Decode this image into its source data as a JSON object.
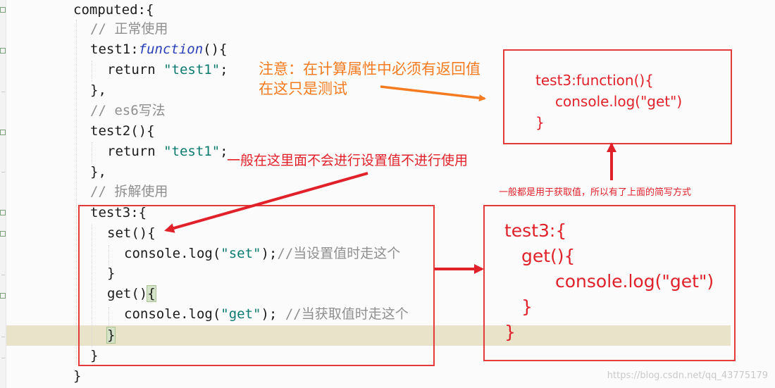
{
  "code": {
    "l1": {
      "a": "computed:{"
    },
    "l2": {
      "cmt": "// 正常使用"
    },
    "l3": {
      "a": "test1:",
      "fn": "function",
      "b": "(){"
    },
    "l4": {
      "kw": "return ",
      "str": "\"test1\"",
      "b": ";"
    },
    "l5": {
      "a": "},"
    },
    "l6": {
      "cmt": "// es6写法"
    },
    "l7": {
      "a": "test2(){"
    },
    "l8": {
      "kw": "return ",
      "str": "\"test1\"",
      "b": ";"
    },
    "l9": {
      "a": "},"
    },
    "l10": {
      "cmt": "// 拆解使用"
    },
    "l11": {
      "a": "test3:{"
    },
    "l12": {
      "a": "set()",
      "brace": "{"
    },
    "l13": {
      "a": "console.log(",
      "str": "\"set\"",
      "b": ");",
      "cmt": "//当设置值时走这个"
    },
    "l14": {
      "a": "}"
    },
    "l15": {
      "a": "get()",
      "brace": "{"
    },
    "l16": {
      "a": "console.log(",
      "str": "\"get\"",
      "b": "); ",
      "cmt": "//当获取值时走这个"
    },
    "l17": {
      "brace": "}"
    },
    "l18": {
      "a": "}"
    },
    "l19": {
      "a": "}"
    }
  },
  "annotations": {
    "orange_note_1": "注意：在计算属性中必须有返回值",
    "orange_note_2": "在这只是测试",
    "red_note_set": "一般在这里面不会进行设置值不进行使用",
    "red_note_get": "一般都是用于获取值，所以有了上面的简写方式"
  },
  "top_box": {
    "l1": "test3:function(){",
    "l2": "console.log(\"get\")",
    "l3": "}"
  },
  "bottom_box": {
    "l1": "test3:{",
    "l2": "get(){",
    "l3": "console.log(\"get\")",
    "l4": "}",
    "l5": "}"
  },
  "watermark": "https://blog.csdn.net/qq_43775179",
  "colors": {
    "annotation_red": "#e0212a",
    "annotation_orange": "#f47b20",
    "current_line": "#e9e4c9"
  }
}
